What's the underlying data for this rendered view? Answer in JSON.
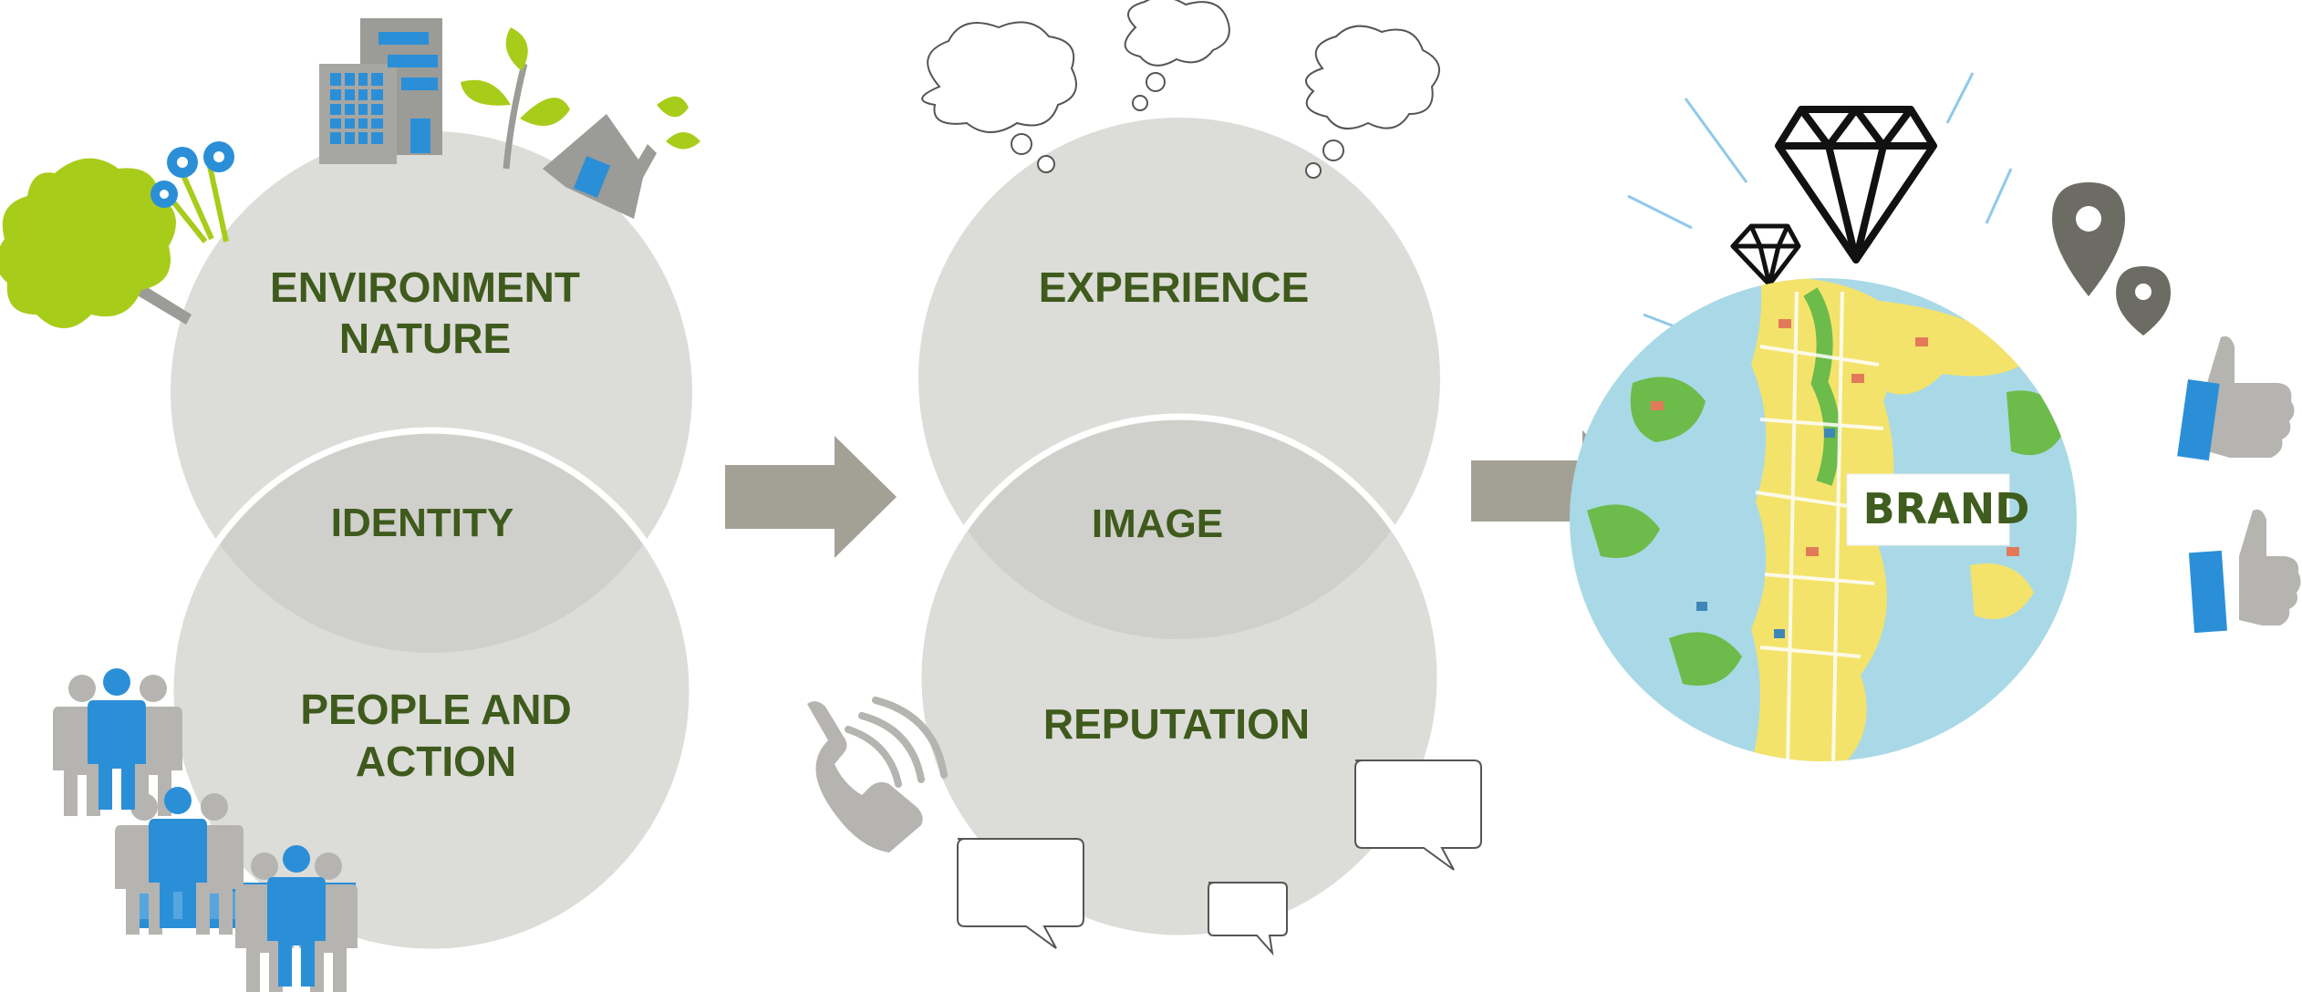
{
  "diagram": {
    "group_identity": {
      "top_circle": {
        "line1": "ENVIRONMENT",
        "line2": "NATURE"
      },
      "overlap": "IDENTITY",
      "bottom_circle": {
        "line1": "PEOPLE AND",
        "line2": "ACTION"
      }
    },
    "group_image": {
      "top_circle": "EXPERIENCE",
      "overlap": "IMAGE",
      "bottom_circle": "REPUTATION"
    },
    "brand": {
      "label": "BRAND"
    }
  },
  "icons": [
    "tree-icon",
    "flower-icon",
    "office-building-icon",
    "plant-icon",
    "house-icon",
    "people-group-icon",
    "thought-cloud-icon",
    "phone-icon",
    "speech-bubble-icon",
    "arrow-right-icon",
    "diamond-icon",
    "map-pin-icon",
    "thumbs-up-icon",
    "city-map-image"
  ],
  "colors": {
    "circle_gray": "#dcdcd8",
    "overlap_gray": "#cfcfcb",
    "arrow_gray": "#a3a196",
    "label_green": "#3e5a1c",
    "accent_blue": "#2b8fd8",
    "leaf_green": "#a8cc1a",
    "building_gray": "#9b9b97",
    "people_gray": "#b5b4b0",
    "map_water": "#a9d9e6",
    "map_land": "#f4e36a"
  }
}
